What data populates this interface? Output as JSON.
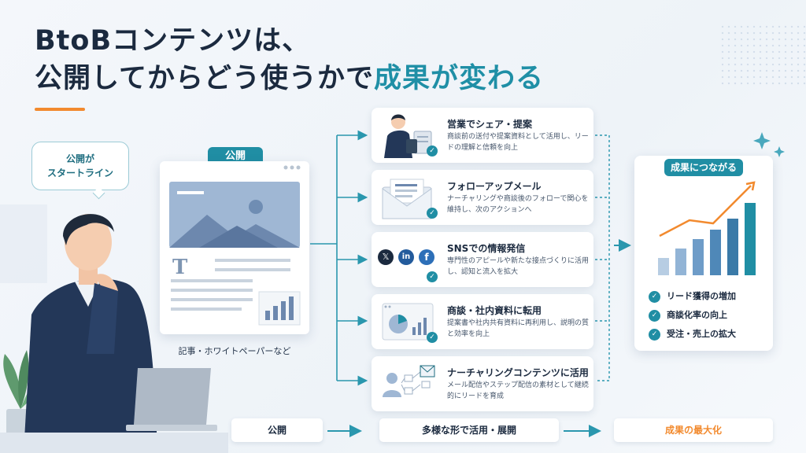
{
  "title": {
    "line1": "BtoBコンテンツは、",
    "line2_prefix": "公開してからどう使うかで",
    "line2_highlight": "成果が変わる"
  },
  "bubble": {
    "line1": "公開が",
    "line2": "スタートライン"
  },
  "publish": {
    "label": "公開",
    "doc_icon_letter": "T",
    "caption": "記事・ホワイトペーパーなど"
  },
  "channels": [
    {
      "title": "営業でシェア・提案",
      "desc": "商談前の送付や提案資料として活用し、リードの理解と信頼を向上",
      "icon": "salesperson-tablet-icon"
    },
    {
      "title": "フォローアップメール",
      "desc": "ナーチャリングや商談後のフォローで関心を維持し、次のアクションへ",
      "icon": "mail-icon"
    },
    {
      "title": "SNSでの情報発信",
      "desc": "専門性のアピールや新たな接点づくりに活用し、認知と流入を拡大",
      "icon": "social-icons",
      "social": [
        "𝕏",
        "in",
        "f"
      ]
    },
    {
      "title": "商談・社内資料に転用",
      "desc": "提案書や社内共有資料に再利用し、説明の質と効率を向上",
      "icon": "chart-doc-icon"
    },
    {
      "title": "ナーチャリングコンテンツに活用",
      "desc": "メール配信やステップ配信の素材として継続的にリードを育成",
      "icon": "nurturing-flow-icon"
    }
  ],
  "result": {
    "label": "成果につながる",
    "items": [
      "リード獲得の増加",
      "商談化率の向上",
      "受注・売上の拡大"
    ]
  },
  "flow": [
    "公開",
    "多様な形で活用・展開",
    "成果の最大化"
  ],
  "check_mark": "✓",
  "colors": {
    "teal": "#208ea4",
    "orange": "#f28a2e",
    "navy": "#1b2a3f"
  }
}
